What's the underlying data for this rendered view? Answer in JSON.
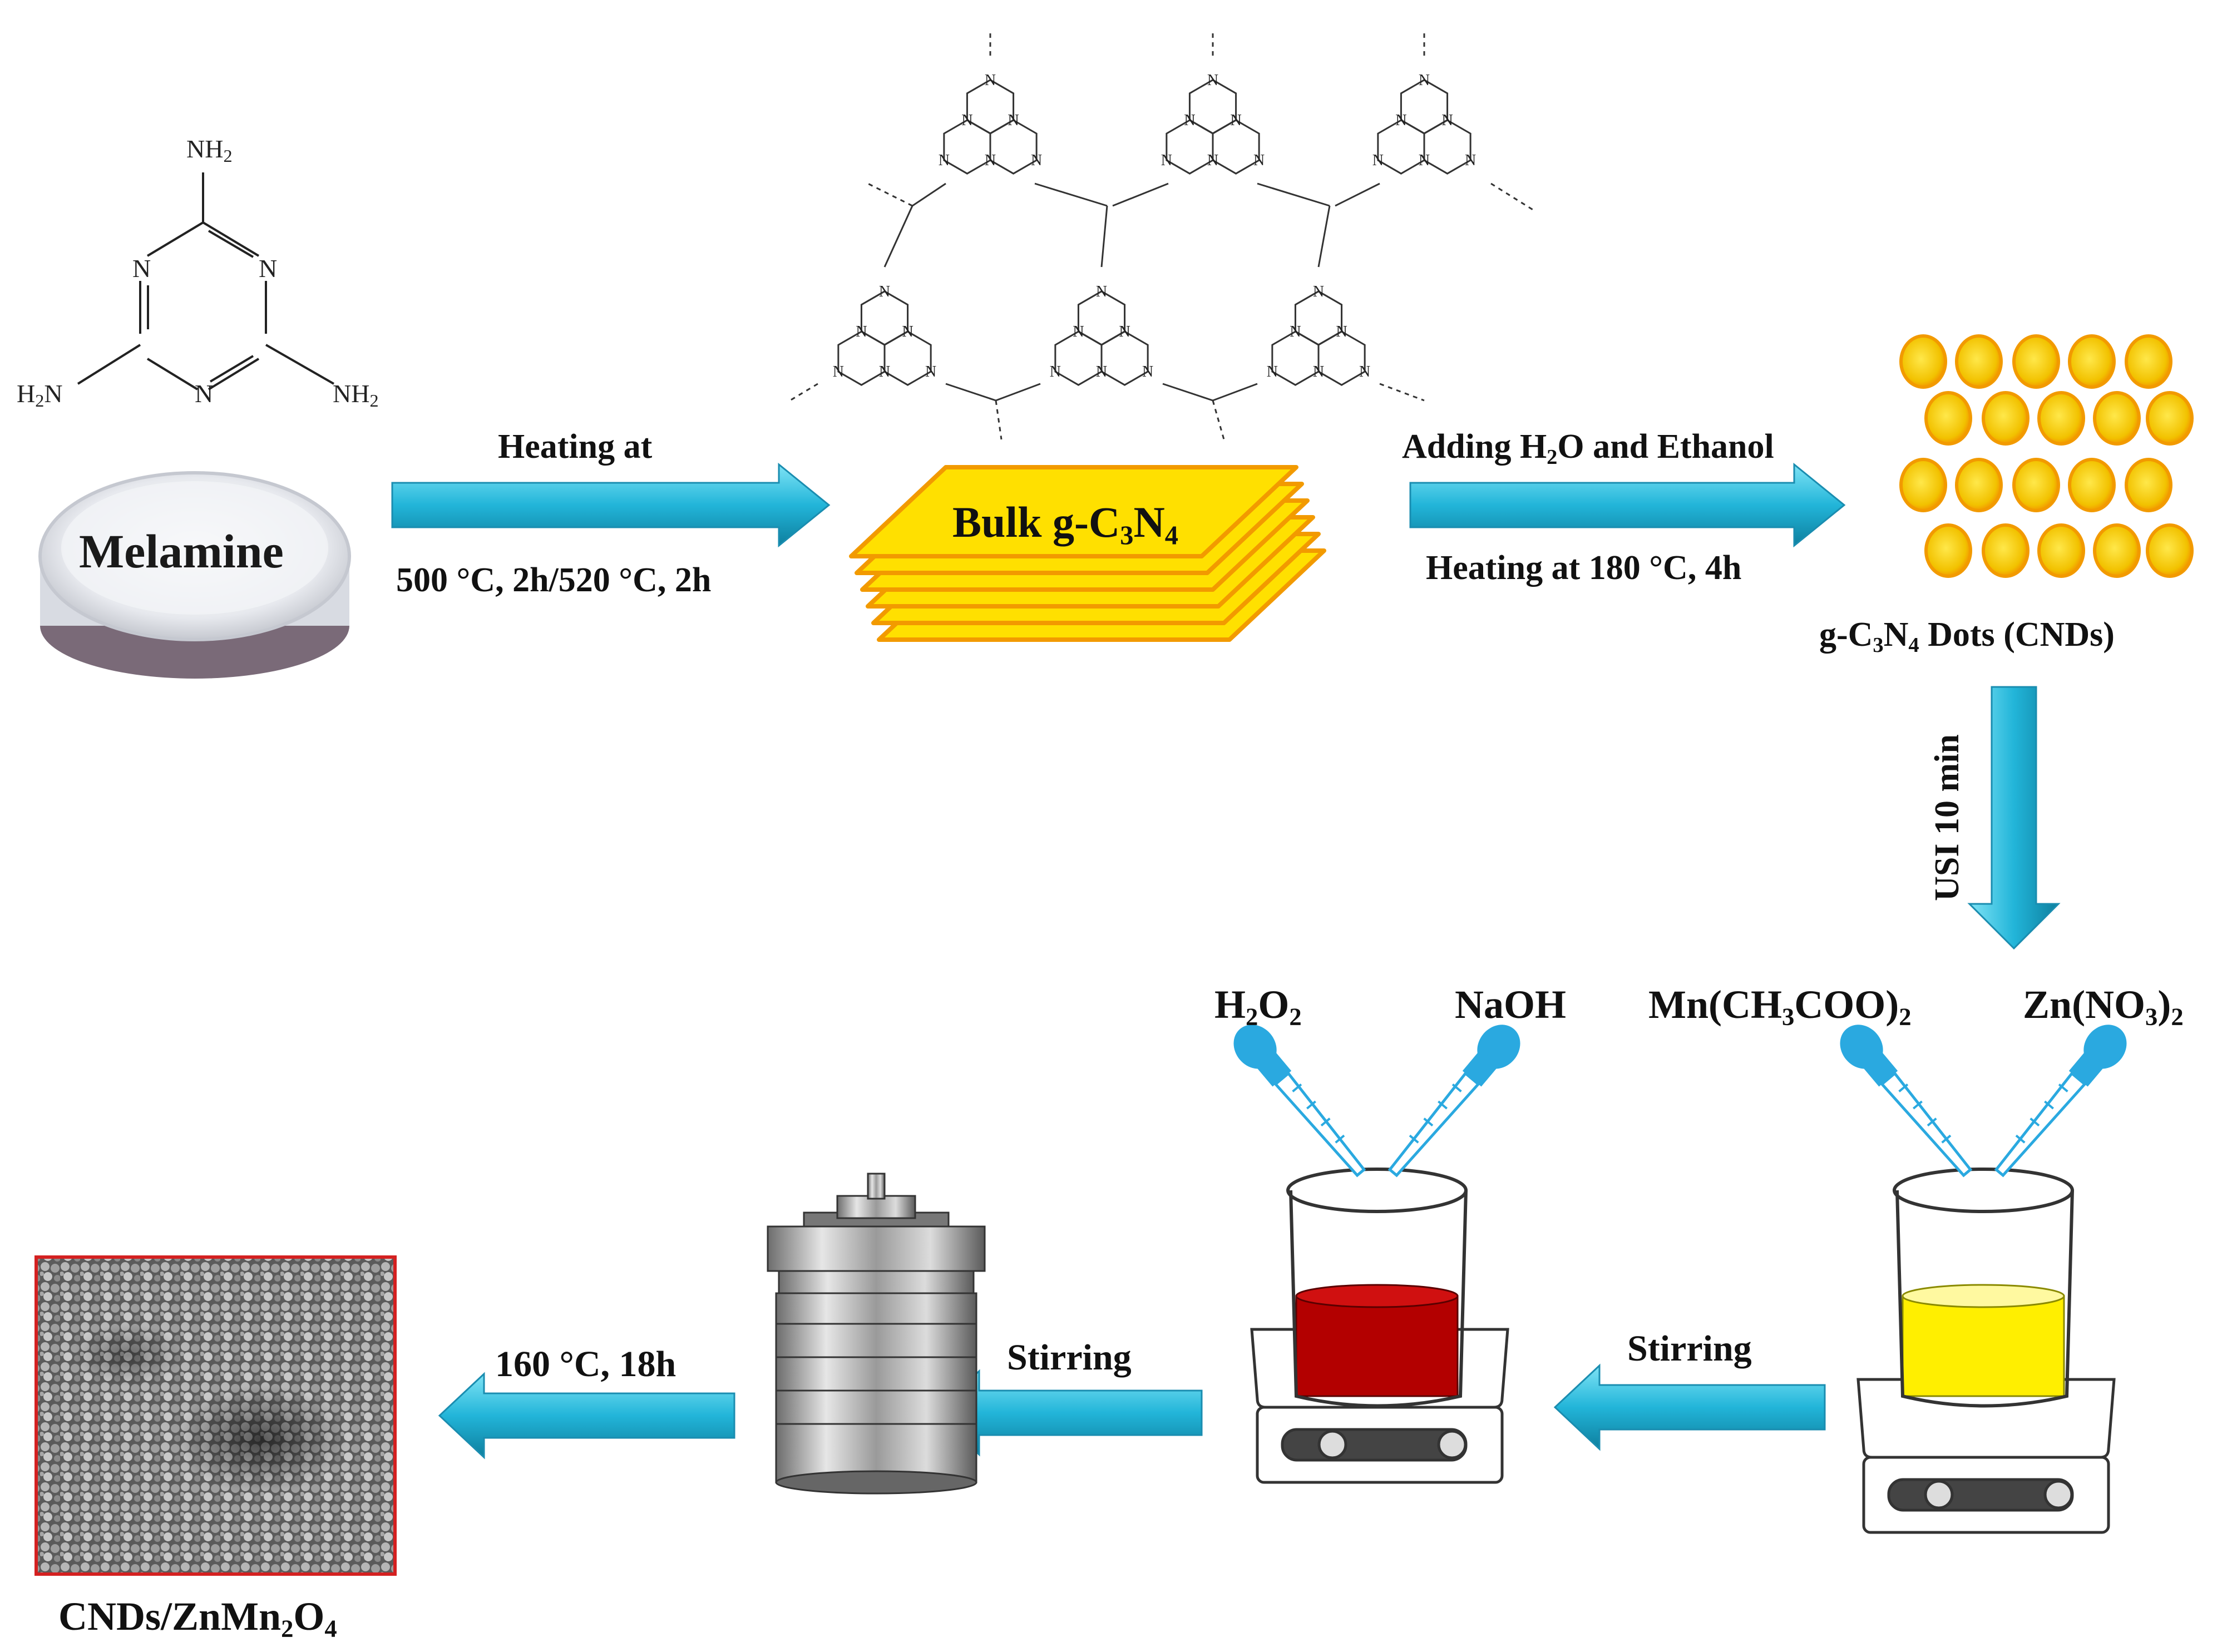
{
  "melamine": {
    "name": "Melamine",
    "atom_nh2": "NH",
    "atom_nh2_sub": "2",
    "atom_n": "N"
  },
  "gcn": {
    "atom_n": "N",
    "bulk_label_prefix": "Bulk g-C",
    "bulk_sub1": "3",
    "bulk_mid": "N",
    "bulk_sub2": "4"
  },
  "step1": {
    "top": "Heating at",
    "bottom": "500 °C, 2h/520 °C, 2h"
  },
  "step2": {
    "top_prefix": "Adding H",
    "top_sub": "2",
    "top_suffix": "O and Ethanol",
    "bottom": "Heating at 180 °C, 4h"
  },
  "dots": {
    "prefix": "g-C",
    "sub1": "3",
    "mid": "N",
    "sub2": "4",
    "suffix": " Dots (CNDs)"
  },
  "step3": {
    "label": "USI 10 min"
  },
  "reagents_a": {
    "r1_a": "Mn(CH",
    "r1_s1": "3",
    "r1_b": "COO)",
    "r1_s2": "2",
    "r2_a": "Zn(NO",
    "r2_s1": "3",
    "r2_b": ")",
    "r2_s2": "2"
  },
  "reagents_b": {
    "r1_a": "H",
    "r1_s1": "2",
    "r1_b": "O",
    "r1_s2": "2",
    "r2": "NaOH"
  },
  "step4": {
    "label": "Stirring"
  },
  "step5": {
    "label": "Stirring"
  },
  "step6": {
    "label": "160 °C, 18h"
  },
  "product": {
    "prefix": "CNDs/ZnMn",
    "sub1": "2",
    "mid": "O",
    "sub2": "4"
  },
  "colors": {
    "arrow": "#29b6d8",
    "gold": "#f5c400",
    "sheet": "#ffe000",
    "red_solution": "#b30000",
    "yellow_solution": "#ffef00",
    "dropper": "#2aa9e0",
    "sem_border": "#d42020"
  }
}
